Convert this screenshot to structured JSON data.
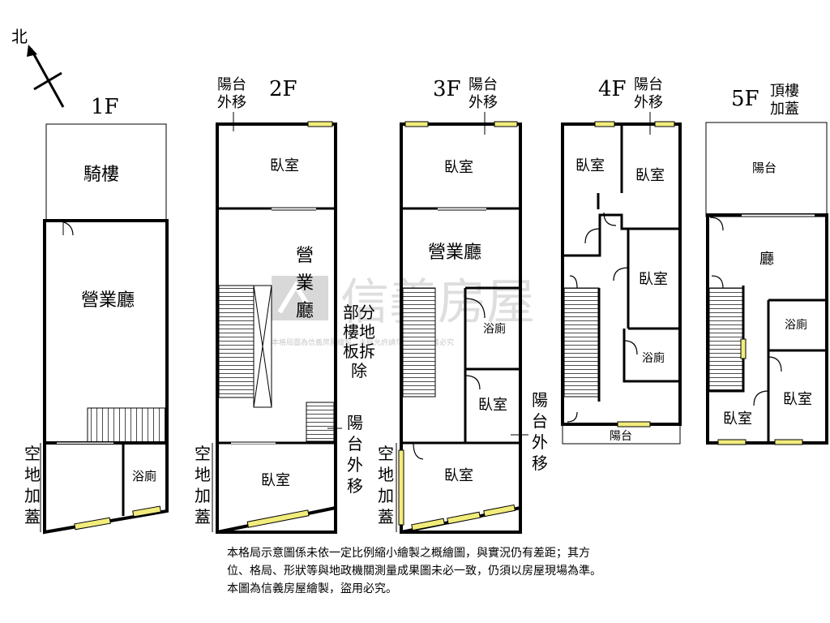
{
  "compass": {
    "label": "北"
  },
  "floors": {
    "f1": {
      "title": "1F",
      "rooms": {
        "arcade": "騎樓",
        "business_hall": "營業廳",
        "bath_kitchen": "浴廁"
      },
      "side_note": [
        "空",
        "地",
        "加",
        "蓋"
      ]
    },
    "f2": {
      "title": "2F",
      "balcony_note": [
        "陽台",
        "外移"
      ],
      "rooms": {
        "bedroom_front": "臥室",
        "business_hall": [
          "營",
          "業",
          "廳"
        ],
        "bedroom_back": "臥室"
      },
      "partial_removed": [
        "部分",
        "樓地",
        "板拆",
        "除"
      ],
      "balcony_side_note": [
        "陽",
        "台",
        "外",
        "移"
      ],
      "side_note": [
        "空",
        "地",
        "加",
        "蓋"
      ]
    },
    "f3": {
      "title": "3F",
      "balcony_note": [
        "陽台",
        "外移"
      ],
      "rooms": {
        "bedroom_front": "臥室",
        "business_hall": "營業廳",
        "bath_kitchen": "浴廁",
        "bedroom_mid": "臥室",
        "bedroom_back": "臥室"
      },
      "balcony_side_note": [
        "陽",
        "台",
        "外",
        "移"
      ],
      "side_note": [
        "空",
        "地",
        "加",
        "蓋"
      ]
    },
    "f4": {
      "title": "4F",
      "balcony_note": [
        "陽台",
        "外移"
      ],
      "rooms": {
        "bedroom_a": "臥室",
        "bedroom_b": "臥室",
        "bedroom_c": "臥室",
        "bath_kitchen": "浴廁",
        "balcony": "陽台"
      }
    },
    "f5": {
      "title": "5F",
      "roof_note": [
        "頂樓",
        "加蓋"
      ],
      "rooms": {
        "balcony": "陽台",
        "hall": "廳",
        "bath_kitchen": "浴廁",
        "bedroom_a": "臥室",
        "bedroom_b": "臥室"
      }
    }
  },
  "watermark": {
    "brand": "信義房屋",
    "subtitle": "本格局圖為信義房屋繪製，未經允許請勿盜用，違者必究"
  },
  "disclaimer": [
    "本格局示意圖係未依一定比例縮小繪製之概繪圖，與實況仍有差距；其方",
    "位、格局、形狀等與地政機關測量成果圖未必一致，仍須以房屋現場為準。",
    "本圖為信義房屋繪製，盜用必究。"
  ]
}
